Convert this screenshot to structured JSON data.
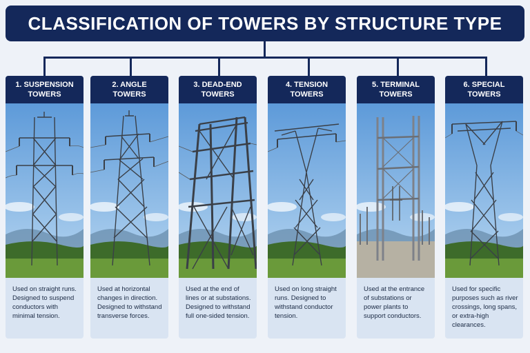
{
  "title": "CLASSIFICATION OF TOWERS BY STRUCTURE TYPE",
  "colors": {
    "navy": "#14285a",
    "card_bg": "#d9e4f2",
    "sky": "#7fb4e6",
    "grass": "#4f7f2c"
  },
  "cards": [
    {
      "heading": "1. SUSPENSION\nTOWERS",
      "icon": "suspension-tower-photo",
      "description": "Used on straight runs. Designed to suspend conductors with minimal tension."
    },
    {
      "heading": "2. ANGLE\nTOWERS",
      "icon": "angle-tower-photo",
      "description": "Used at horizontal changes in direction. Designed to withstand transverse forces."
    },
    {
      "heading": "3. DEAD-END\nTOWERS",
      "icon": "dead-end-tower-photo",
      "description": "Used at the end of lines or at substations. Designed to withstand full one-sided tension."
    },
    {
      "heading": "4. TENSION\nTOWERS",
      "icon": "tension-tower-photo",
      "description": "Used on long straight runs. Designed to withstand conductor tension."
    },
    {
      "heading": "5. TERMINAL\nTOWERS",
      "icon": "terminal-tower-photo",
      "description": "Used at the entrance of substations or power plants to support conductors."
    },
    {
      "heading": "6. SPECIAL\nTOWERS",
      "icon": "special-tower-photo",
      "description": "Used for specific purposes such as river crossings, long spans, or extra-high clearances."
    }
  ]
}
